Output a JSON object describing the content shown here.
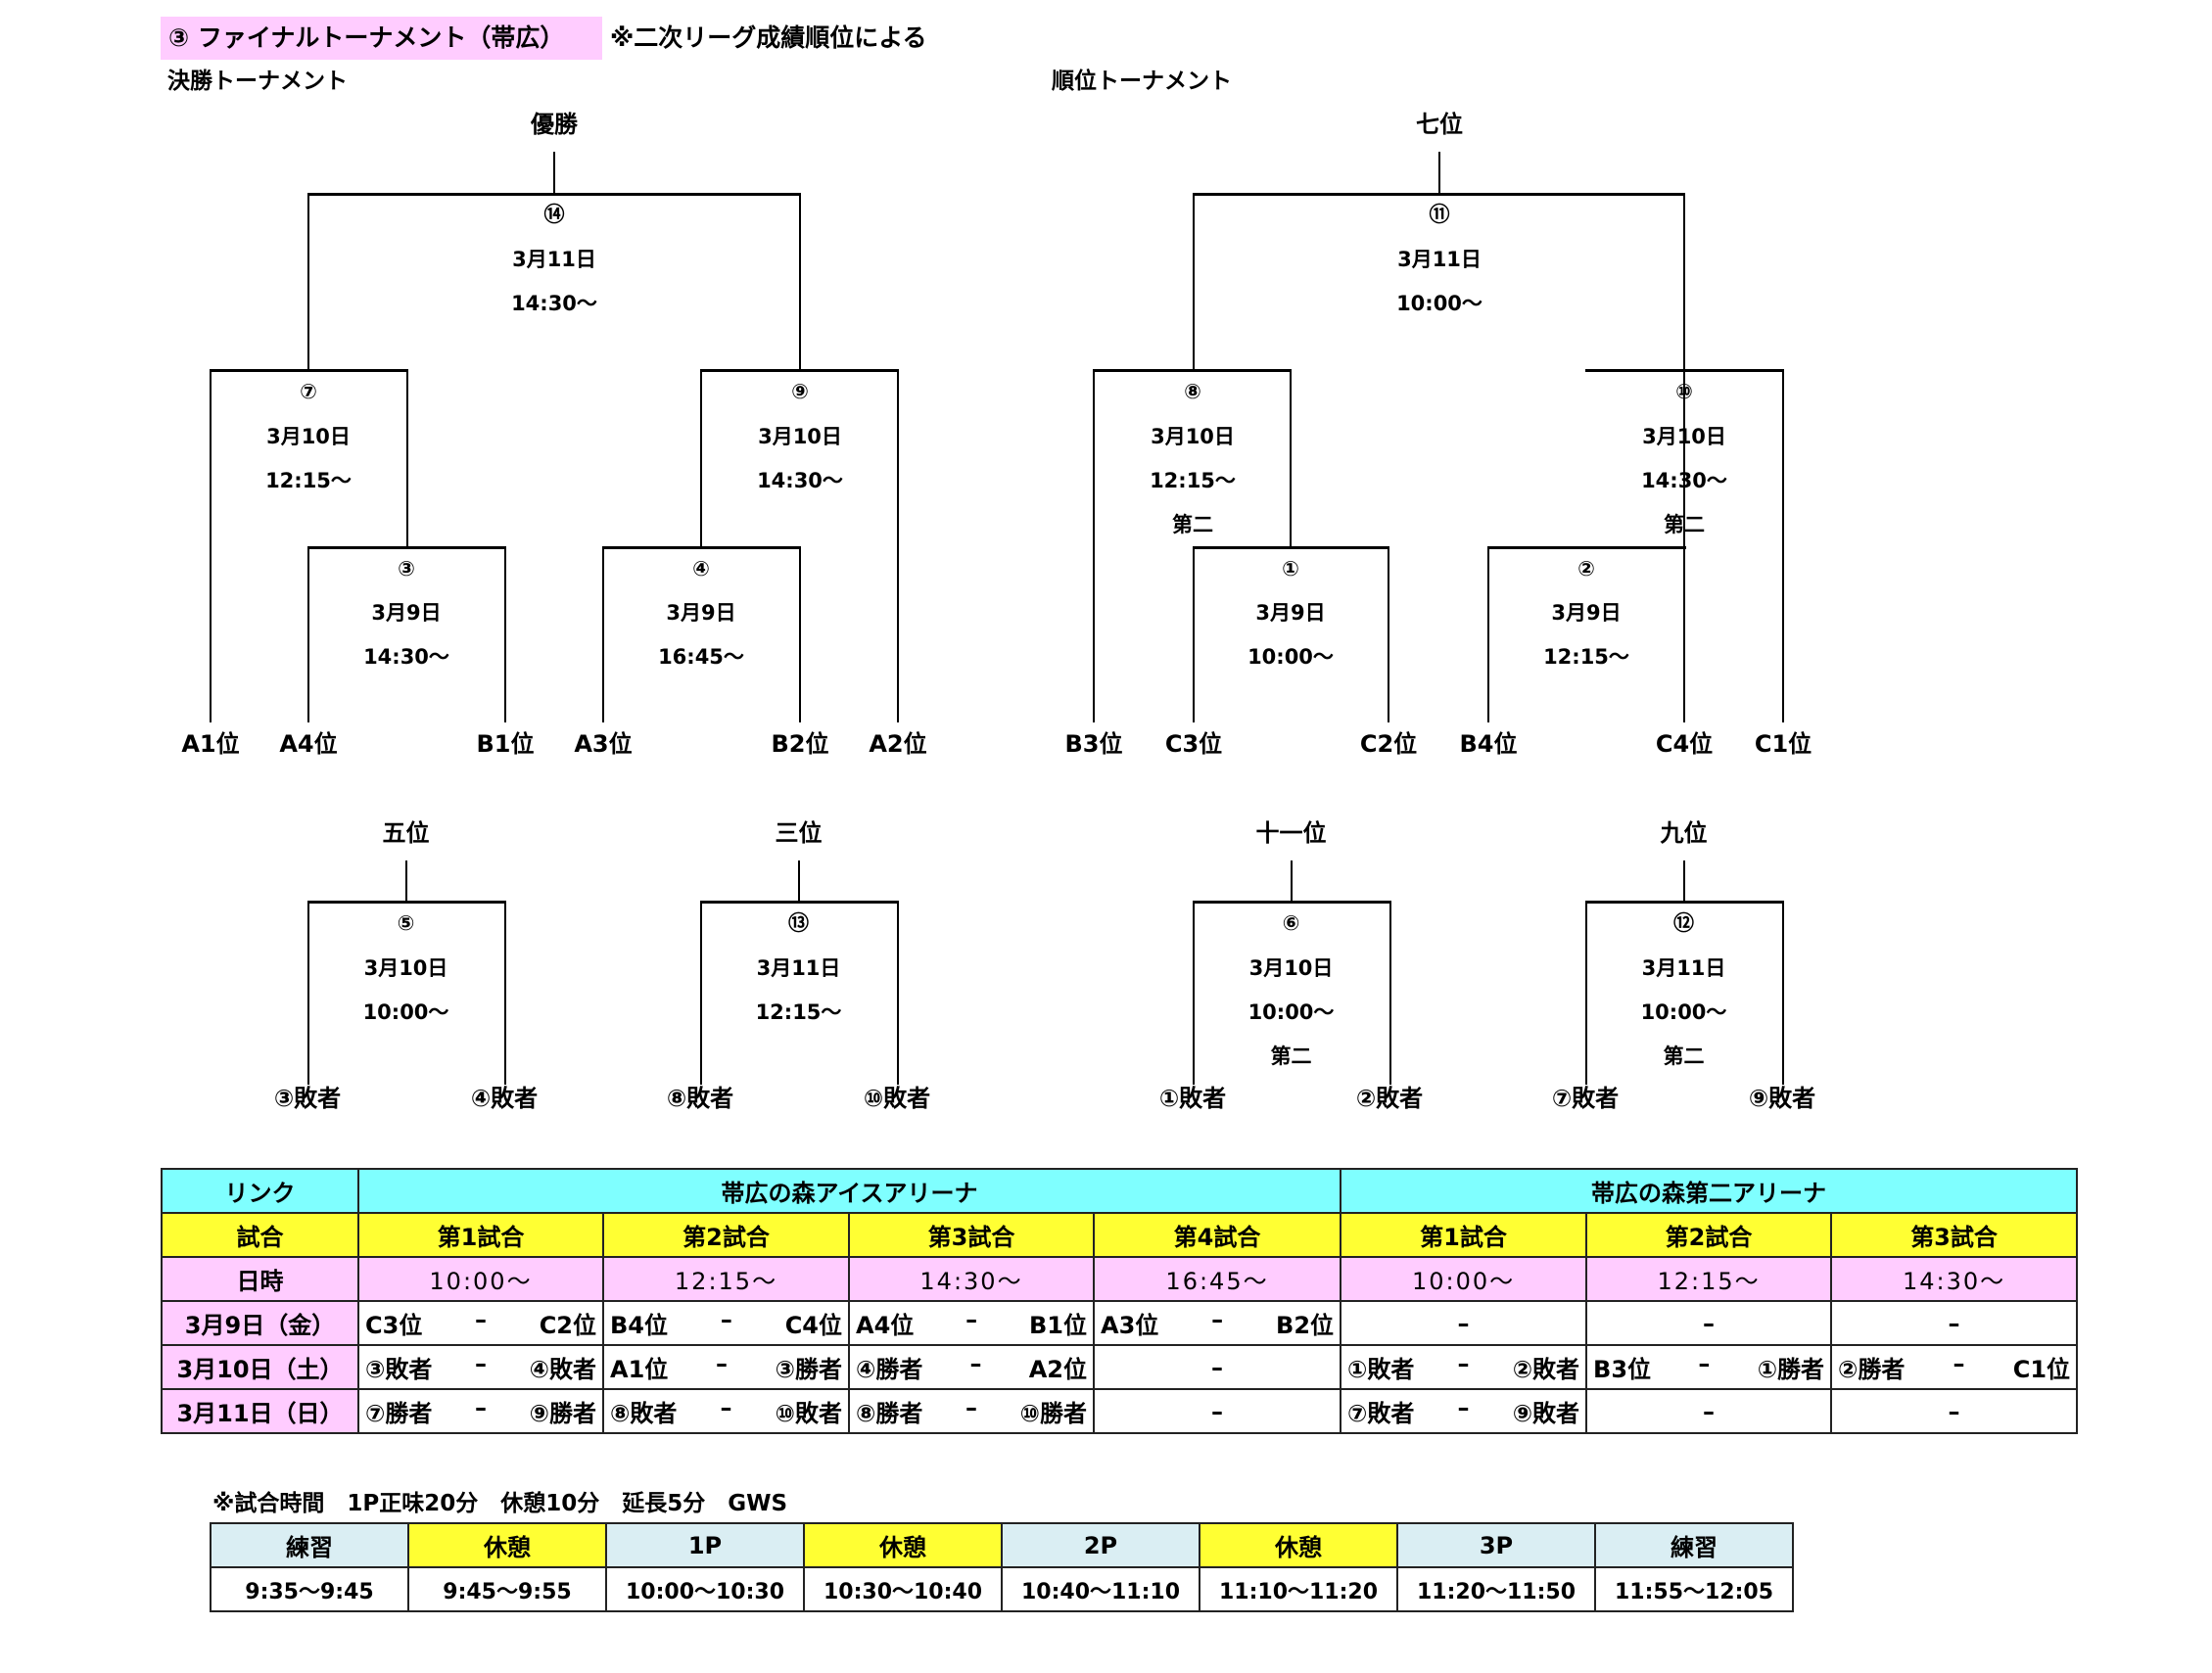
{
  "header": {
    "title": "③ ファイナルトーナメント（帯広）",
    "note": "※二次リーグ成績順位による",
    "colors": {
      "title_bg": "#FFCCFF"
    }
  },
  "championship": {
    "section_label": "決勝トーナメント",
    "final_label": "優勝",
    "games": {
      "g14": {
        "no": "⑭",
        "date": "3月11日",
        "time": "14:30〜"
      },
      "g7": {
        "no": "⑦",
        "date": "3月10日",
        "time": "12:15〜"
      },
      "g9": {
        "no": "⑨",
        "date": "3月10日",
        "time": "14:30〜"
      },
      "g3": {
        "no": "③",
        "date": "3月9日",
        "time": "14:30〜"
      },
      "g4": {
        "no": "④",
        "date": "3月9日",
        "time": "16:45〜"
      }
    },
    "seeds": [
      "A1位",
      "A4位",
      "B1位",
      "A3位",
      "B2位",
      "A2位"
    ]
  },
  "placement": {
    "section_label": "順位トーナメント",
    "final_label": "七位",
    "games": {
      "g11": {
        "no": "⑪",
        "date": "3月11日",
        "time": "10:00〜"
      },
      "g8": {
        "no": "⑧",
        "date": "3月10日",
        "time": "12:15〜",
        "rink": "第二"
      },
      "g10": {
        "no": "⑩",
        "date": "3月10日",
        "time": "14:30〜",
        "rink": "第二"
      },
      "g1": {
        "no": "①",
        "date": "3月9日",
        "time": "10:00〜"
      },
      "g2": {
        "no": "②",
        "date": "3月9日",
        "time": "12:15〜"
      }
    },
    "seeds": [
      "B3位",
      "C3位",
      "C2位",
      "B4位",
      "C4位",
      "C1位"
    ]
  },
  "minor_brackets": [
    {
      "label": "五位",
      "no": "⑤",
      "date": "3月10日",
      "time": "10:00〜",
      "rink": "",
      "left": "③敗者",
      "right": "④敗者"
    },
    {
      "label": "三位",
      "no": "⑬",
      "date": "3月11日",
      "time": "12:15〜",
      "rink": "",
      "left": "⑧敗者",
      "right": "⑩敗者"
    },
    {
      "label": "十一位",
      "no": "⑥",
      "date": "3月10日",
      "time": "10:00〜",
      "rink": "第二",
      "left": "①敗者",
      "right": "②敗者"
    },
    {
      "label": "九位",
      "no": "⑫",
      "date": "3月11日",
      "time": "10:00〜",
      "rink": "第二",
      "left": "⑦敗者",
      "right": "⑨敗者"
    }
  ],
  "schedule": {
    "row_labels": {
      "rink": "リンク",
      "game": "試合",
      "time": "日時"
    },
    "rinks": [
      "帯広の森アイスアリーナ",
      "帯広の森第二アリーナ"
    ],
    "games": [
      "第1試合",
      "第2試合",
      "第3試合",
      "第4試合",
      "第1試合",
      "第2試合",
      "第3試合"
    ],
    "times": [
      "10:00〜",
      "12:15〜",
      "14:30〜",
      "16:45〜",
      "10:00〜",
      "12:15〜",
      "14:30〜"
    ],
    "days": [
      {
        "label": "3月9日（金）",
        "cells": [
          {
            "home": "C3位",
            "sep": "–",
            "away": "C2位"
          },
          {
            "home": "B4位",
            "sep": "–",
            "away": "C4位"
          },
          {
            "home": "A4位",
            "sep": "–",
            "away": "B1位"
          },
          {
            "home": "A3位",
            "sep": "–",
            "away": "B2位"
          },
          {
            "home": "",
            "sep": "–",
            "away": ""
          },
          {
            "home": "",
            "sep": "–",
            "away": ""
          },
          {
            "home": "",
            "sep": "–",
            "away": ""
          }
        ]
      },
      {
        "label": "3月10日（土）",
        "cells": [
          {
            "home": "③敗者",
            "sep": "–",
            "away": "④敗者"
          },
          {
            "home": "A1位",
            "sep": "–",
            "away": "③勝者"
          },
          {
            "home": "④勝者",
            "sep": "–",
            "away": "A2位"
          },
          {
            "home": "",
            "sep": "–",
            "away": ""
          },
          {
            "home": "①敗者",
            "sep": "–",
            "away": "②敗者"
          },
          {
            "home": "B3位",
            "sep": "–",
            "away": "①勝者"
          },
          {
            "home": "②勝者",
            "sep": "–",
            "away": "C1位"
          }
        ]
      },
      {
        "label": "3月11日（日）",
        "cells": [
          {
            "home": "⑦勝者",
            "sep": "–",
            "away": "⑨勝者"
          },
          {
            "home": "⑧敗者",
            "sep": "–",
            "away": "⑩敗者"
          },
          {
            "home": "⑧勝者",
            "sep": "–",
            "away": "⑩勝者"
          },
          {
            "home": "",
            "sep": "–",
            "away": ""
          },
          {
            "home": "⑦敗者",
            "sep": "–",
            "away": "⑨敗者"
          },
          {
            "home": "",
            "sep": "–",
            "away": ""
          },
          {
            "home": "",
            "sep": "–",
            "away": ""
          }
        ]
      }
    ],
    "colors": {
      "rink_row": "#7FFFFF",
      "game_row": "#FFFF33",
      "time_row": "#FFCCFF"
    }
  },
  "timing": {
    "note": "※試合時間　1P正味20分　休憩10分　延長5分　GWS",
    "periods": [
      {
        "label": "練習",
        "time": "9:35〜9:45",
        "kind": "blue"
      },
      {
        "label": "休憩",
        "time": "9:45〜9:55",
        "kind": "yellow"
      },
      {
        "label": "1P",
        "time": "10:00〜10:30",
        "kind": "blue"
      },
      {
        "label": "休憩",
        "time": "10:30〜10:40",
        "kind": "yellow"
      },
      {
        "label": "2P",
        "time": "10:40〜11:10",
        "kind": "blue"
      },
      {
        "label": "休憩",
        "time": "11:10〜11:20",
        "kind": "yellow"
      },
      {
        "label": "3P",
        "time": "11:20〜11:50",
        "kind": "blue"
      },
      {
        "label": "練習",
        "time": "11:55〜12:05",
        "kind": "blue"
      }
    ],
    "colors": {
      "blue": "#DAEEF3",
      "yellow": "#FFFF33"
    }
  }
}
